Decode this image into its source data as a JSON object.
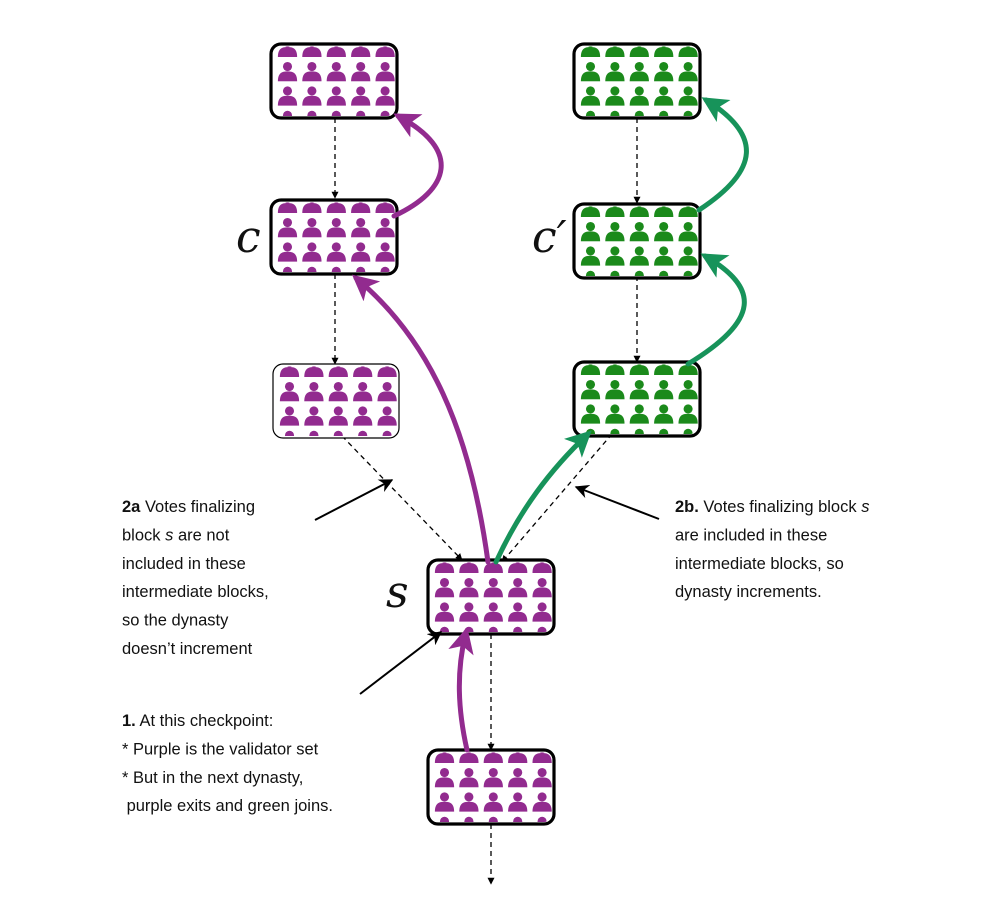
{
  "colors": {
    "purple": "#922b8f",
    "green": "#1b8a1b",
    "green_arrow": "#17935a",
    "black": "#000000"
  },
  "labels": {
    "c": "c",
    "c_prime": "c′",
    "s": "s"
  },
  "note_2a": {
    "lines": [
      {
        "bold": "2a",
        "rest": " Votes finalizing"
      },
      {
        "prefix": "block ",
        "italic": "s",
        "rest": " are not"
      },
      {
        "rest": "included in these"
      },
      {
        "rest": "intermediate blocks,"
      },
      {
        "rest": "so the dynasty"
      },
      {
        "rest": "doesn’t increment"
      }
    ]
  },
  "note_2b": {
    "lines": [
      {
        "bold": "2b.",
        "rest": " Votes finalizing block ",
        "italic": "s"
      },
      {
        "rest": "are included in these"
      },
      {
        "rest": "intermediate blocks, so"
      },
      {
        "rest": "dynasty increments."
      }
    ]
  },
  "note_1": {
    "lines": [
      {
        "bold": "1.",
        "rest": " At this checkpoint:"
      },
      {
        "rest": "* Purple is the validator set"
      },
      {
        "rest": "* But in the next dynasty,"
      },
      {
        "rest": "   purple exits and green joins."
      }
    ]
  },
  "blocks": [
    {
      "id": "purple-top",
      "color": "purple",
      "bold": true
    },
    {
      "id": "purple-c",
      "color": "purple",
      "bold": true
    },
    {
      "id": "purple-intermediate",
      "color": "purple",
      "bold": false
    },
    {
      "id": "green-top",
      "color": "green",
      "bold": true
    },
    {
      "id": "green-c-prime",
      "color": "green",
      "bold": true
    },
    {
      "id": "green-intermediate",
      "color": "green",
      "bold": true
    },
    {
      "id": "checkpoint-s",
      "color": "purple",
      "bold": true
    },
    {
      "id": "purple-bottom",
      "color": "purple",
      "bold": true
    }
  ]
}
